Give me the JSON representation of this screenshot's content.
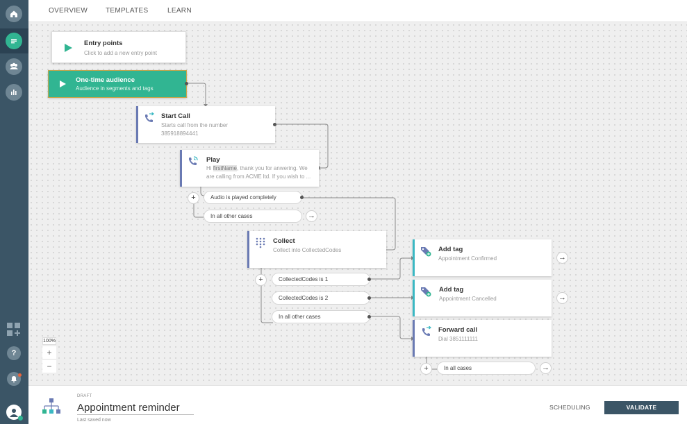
{
  "nav": {
    "tabs": [
      "OVERVIEW",
      "TEMPLATES",
      "LEARN"
    ]
  },
  "flow": {
    "entry": {
      "title": "Entry points",
      "subtitle": "Click to add a new entry point"
    },
    "audience": {
      "title": "One-time audience",
      "subtitle": "Audience in segments and tags"
    },
    "start_call": {
      "title": "Start Call",
      "line1": "Starts call from the number",
      "line2": "385918894441"
    },
    "play": {
      "title": "Play",
      "line1_pre": "Hi ",
      "line1_var": "firstName",
      "line1_post": ", thank you for anwering. We",
      "line2": "are calling from ACME ltd. If you wish to ..."
    },
    "play_branches": [
      "Audio is played completely",
      "In all other cases"
    ],
    "collect": {
      "title": "Collect",
      "subtitle": "Collect into CollectedCodes"
    },
    "collect_branches": [
      "CollectedCodes is 1",
      "CollectedCodes is 2",
      "In all other cases"
    ],
    "add_tag_1": {
      "title": "Add tag",
      "subtitle": "Appointment Confirmed"
    },
    "add_tag_2": {
      "title": "Add tag",
      "subtitle": "Appointment Cancelled"
    },
    "forward_call": {
      "title": "Forward call",
      "subtitle": "Dial 3851111111"
    },
    "forward_branches": [
      "In all cases"
    ]
  },
  "zoom": {
    "level": "100%",
    "plus": "+",
    "minus": "−"
  },
  "bottom": {
    "status": "DRAFT",
    "name": "Appointment reminder",
    "saved": "Last saved now",
    "scheduling": "SCHEDULING",
    "validate": "VALIDATE"
  },
  "colors": {
    "sidebar": "#3b5566",
    "accent_green": "#31b592",
    "node_accent": "#6a7ab3",
    "tag_accent": "#3ab8c3"
  }
}
